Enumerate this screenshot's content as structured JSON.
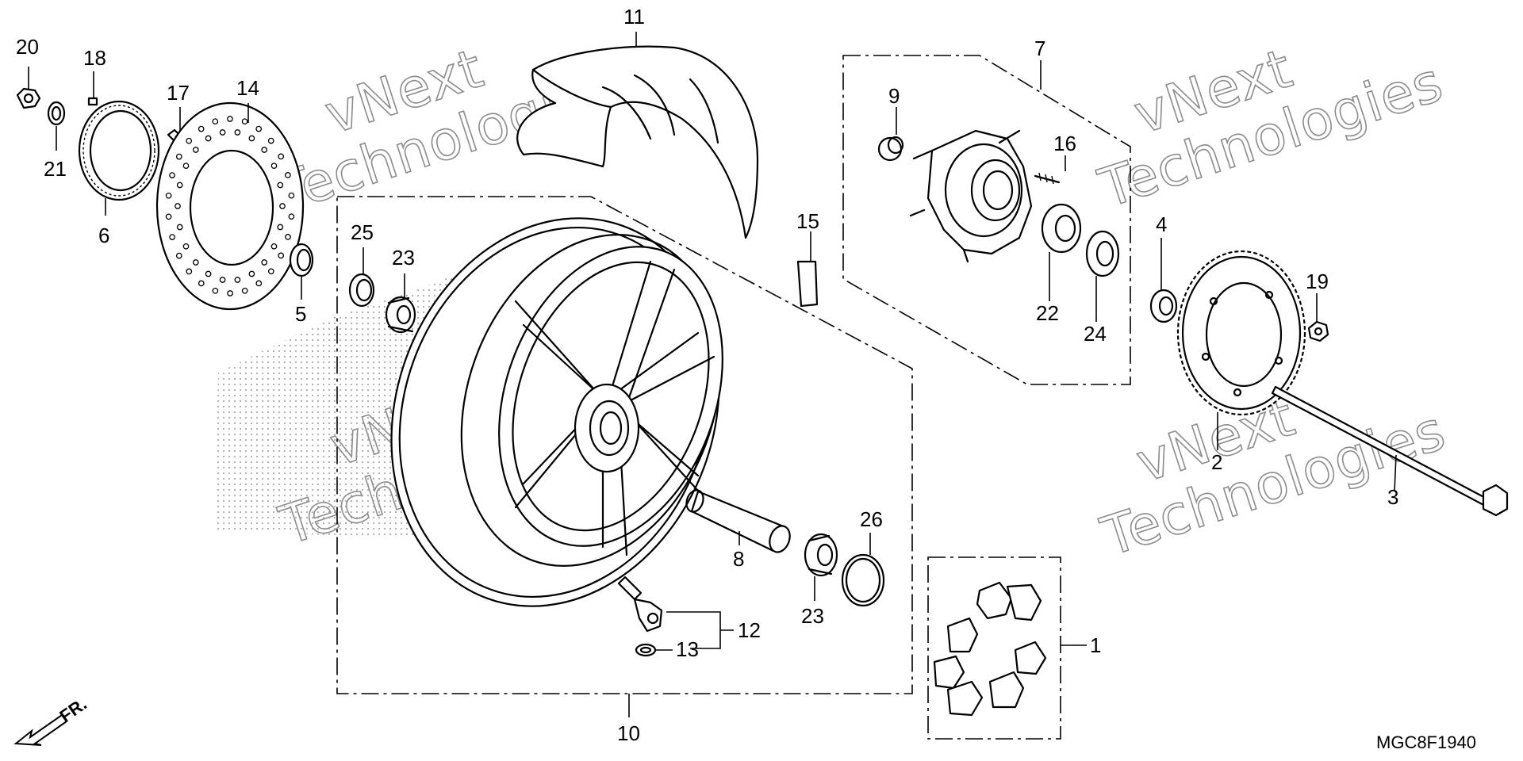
{
  "diagram": {
    "drawing_code": "MGC8F1940",
    "direction_label": "FR.",
    "watermark": [
      "vNext",
      "Technologies"
    ],
    "callouts": {
      "p1": "1",
      "p2": "2",
      "p3": "3",
      "p4": "4",
      "p5": "5",
      "p6": "6",
      "p7": "7",
      "p8": "8",
      "p9": "9",
      "p10": "10",
      "p11": "11",
      "p12": "12",
      "p13": "13",
      "p14": "14",
      "p15": "15",
      "p16": "16",
      "p17": "17",
      "p18": "18",
      "p19": "19",
      "p20": "20",
      "p21": "21",
      "p22": "22",
      "p23a": "23",
      "p23b": "23",
      "p24": "24",
      "p25": "25",
      "p26": "26"
    }
  }
}
